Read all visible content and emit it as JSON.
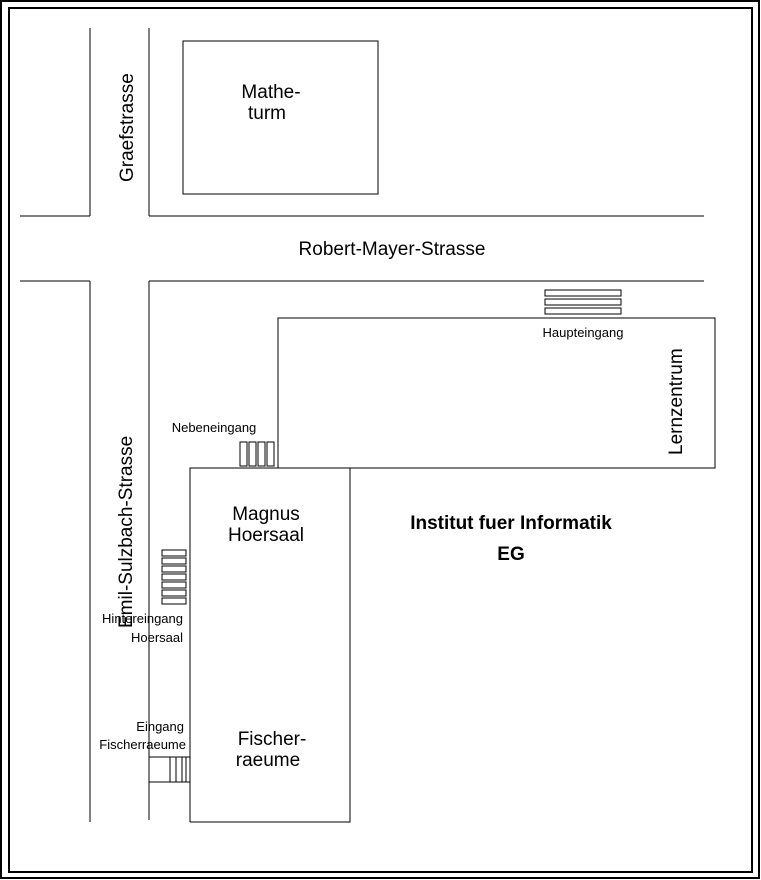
{
  "streets": {
    "graefstrasse": "Graefstrasse",
    "robert_mayer": "Robert-Mayer-Strasse",
    "emil_sulzbach": "Emil-Sulzbach-Strasse"
  },
  "buildings": {
    "matheturm_line1": "Mathe-",
    "matheturm_line2": "turm",
    "lernzentrum": "Lernzentrum",
    "magnus_line1": "Magnus",
    "magnus_line2": "Hoersaal",
    "fischer_line1": "Fischer-",
    "fischer_line2": "raeume"
  },
  "entrances": {
    "haupteingang": "Haupteingang",
    "nebeneingang": "Nebeneingang",
    "hintereingang_line1": "Hintereingang",
    "hintereingang_line2": "Hoersaal",
    "fischer_line1": "Eingang",
    "fischer_line2": "Fischerraeume"
  },
  "institute": {
    "title": "Institut fuer Informatik",
    "floor": "EG"
  },
  "colors": {
    "ink": "#000000",
    "background": "#ffffff"
  }
}
